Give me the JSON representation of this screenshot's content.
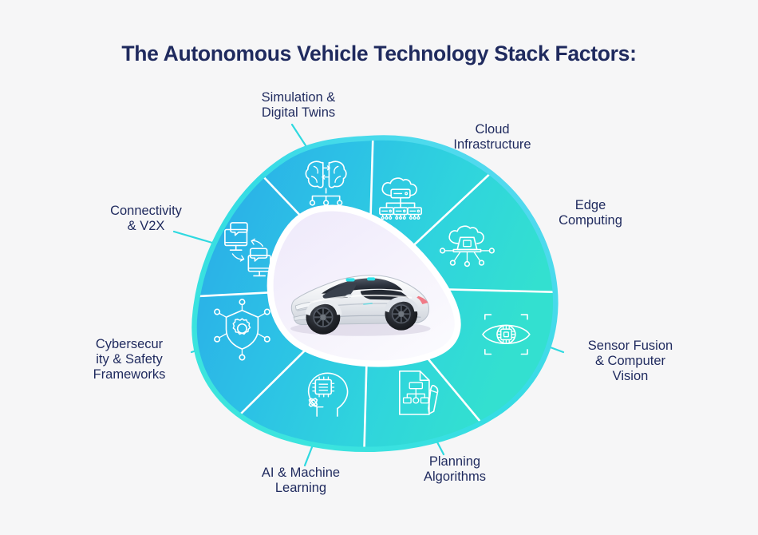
{
  "page": {
    "background_color": "#f6f6f7",
    "title": "The Autonomous Vehicle Technology Stack Factors:",
    "title_color": "#1f2a5e"
  },
  "diagram": {
    "type": "radial-segmented-blob",
    "center_subject": "autonomous-electric-sedan",
    "segment_count": 8,
    "palette": {
      "blue": "#2eb4e8",
      "cyan": "#2fd9e0",
      "teal": "#31dcd3",
      "outline": "#3fe3dd",
      "divider": "#ffffff",
      "inner_blob": "#f3f0fb",
      "label_text": "#1f2a5e",
      "connector": "#2fd9e0"
    },
    "segments": [
      {
        "id": "simulation-digital-twins",
        "label": "Simulation &\nDigital Twins",
        "icon": "brain-digital-twin-icon",
        "position": "top-left"
      },
      {
        "id": "cloud-infrastructure",
        "label": "Cloud\nInfrastructure",
        "icon": "cloud-server-network-icon",
        "position": "top-right"
      },
      {
        "id": "edge-computing",
        "label": "Edge\nComputing",
        "icon": "cloud-laptop-nodes-icon",
        "position": "right-upper"
      },
      {
        "id": "sensor-fusion-computer-vision",
        "label": "Sensor Fusion\n& Computer\nVision",
        "icon": "eye-chip-focus-icon",
        "position": "right-lower"
      },
      {
        "id": "planning-algorithms",
        "label": "Planning\nAlgorithms",
        "icon": "document-flowchart-pen-icon",
        "position": "bottom-right"
      },
      {
        "id": "ai-machine-learning",
        "label": "AI & Machine\nLearning",
        "icon": "head-chip-gear-icon",
        "position": "bottom-left"
      },
      {
        "id": "cybersecurity-safety-frameworks",
        "label": "Cybersecur\nity & Safety\nFrameworks",
        "icon": "shield-gear-nodes-icon",
        "position": "left-lower"
      },
      {
        "id": "connectivity-v2x",
        "label": "Connectivity\n& V2X",
        "icon": "two-monitors-exchange-icon",
        "position": "left-upper"
      }
    ]
  }
}
